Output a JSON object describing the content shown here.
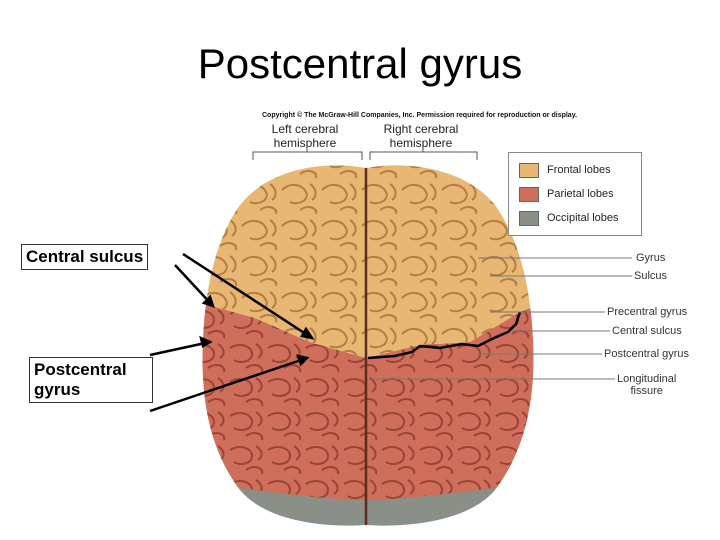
{
  "title": "Postcentral gyrus",
  "copyright": "Copyright © The McGraw-Hill Companies, Inc. Permission required for reproduction or display.",
  "hemispheres": {
    "left": [
      "Left cerebral",
      "hemisphere"
    ],
    "right": [
      "Right cerebral",
      "hemisphere"
    ]
  },
  "legend": [
    {
      "label": "Frontal lobes",
      "color": "#E8B773"
    },
    {
      "label": "Parietal lobes",
      "color": "#CF6E5A"
    },
    {
      "label": "Occipital lobes",
      "color": "#8A8F88"
    }
  ],
  "callouts": {
    "central_sulcus": "Central sulcus",
    "postcentral": [
      "Postcentral",
      "gyrus"
    ]
  },
  "labels": {
    "gyrus": "Gyrus",
    "sulcus": "Sulcus",
    "precentral": "Precentral gyrus",
    "central_sulcus": "Central sulcus",
    "postcentral": "Postcentral gyrus",
    "longitudinal": [
      "Longitudinal",
      "fissure"
    ]
  }
}
